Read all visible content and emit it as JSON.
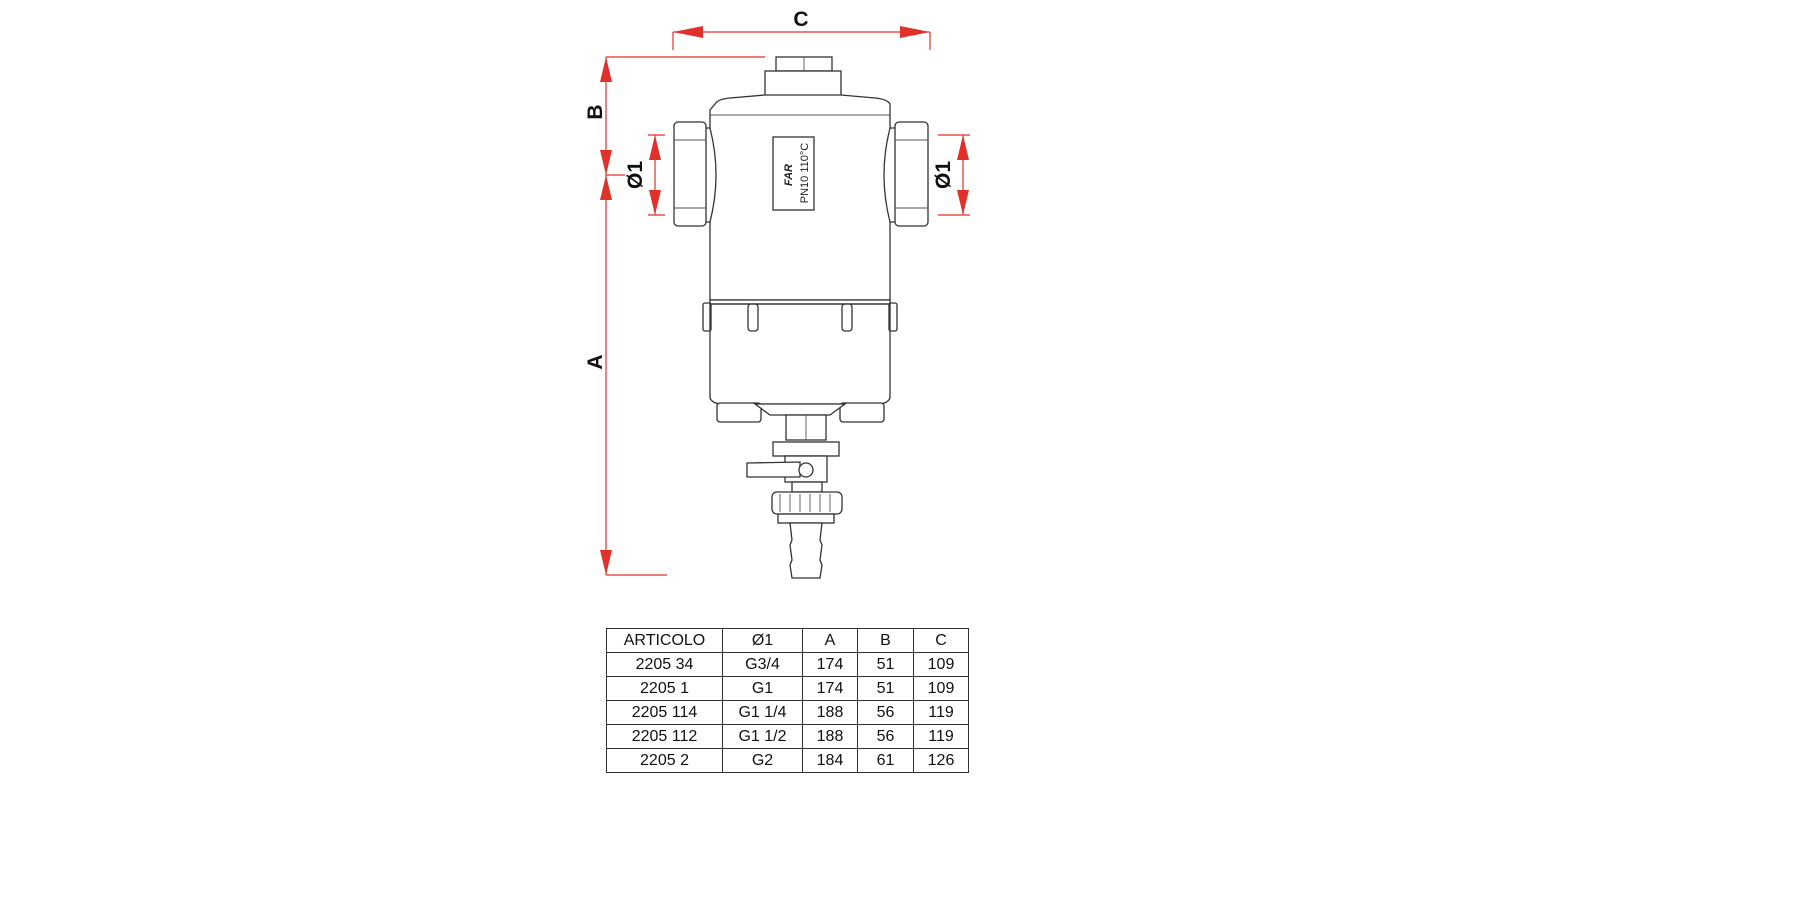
{
  "drawing": {
    "labels": {
      "c": "C",
      "b": "B",
      "a": "A",
      "d1_left": "Ø1",
      "d1_right": "Ø1"
    },
    "plate": {
      "logo": "FAR",
      "text": "PN10  110°C"
    },
    "colors": {
      "dimension": "#e0312b",
      "outline": "#333333"
    }
  },
  "table": {
    "headers": [
      "ARTICOLO",
      "Ø1",
      "A",
      "B",
      "C"
    ],
    "rows": [
      [
        "2205 34",
        "G3/4",
        "174",
        "51",
        "109"
      ],
      [
        "2205 1",
        "G1",
        "174",
        "51",
        "109"
      ],
      [
        "2205 114",
        "G1 1/4",
        "188",
        "56",
        "119"
      ],
      [
        "2205 112",
        "G1 1/2",
        "188",
        "56",
        "119"
      ],
      [
        "2205 2",
        "G2",
        "184",
        "61",
        "126"
      ]
    ]
  }
}
